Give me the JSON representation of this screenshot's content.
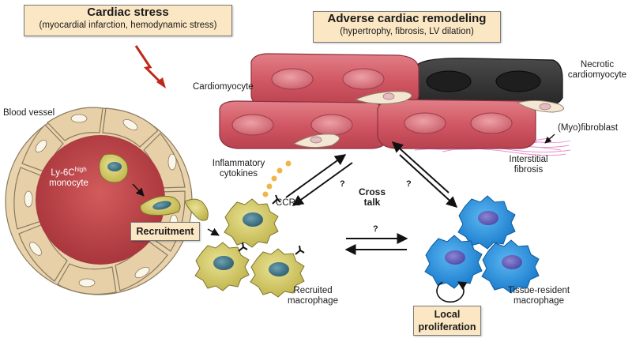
{
  "boxes": {
    "stress_title": "Cardiac stress",
    "stress_sub": "(myocardial infarction, hemodynamic stress)",
    "remodel_title": "Adverse cardiac remodeling",
    "remodel_sub": "(hypertrophy, fibrosis, LV dilation)",
    "recruitment": "Recruitment",
    "local_line1": "Local",
    "local_line2": "proliferation"
  },
  "labels": {
    "blood_vessel": "Blood vessel",
    "ly6c_base": "Ly-6C",
    "ly6c_sup": "high",
    "monocyte": "monocyte",
    "cardiomyocyte": "Cardiomyocyte",
    "necrotic_line1": "Necrotic",
    "necrotic_line2": "cardiomyocyte",
    "myofibroblast": "(Myo)fibroblast",
    "interstitial_line1": "Interstitial",
    "interstitial_line2": "fibrosis",
    "cytokines_line1": "Inflammatory",
    "cytokines_line2": "cytokines",
    "ccr2": "CCR2",
    "cross_line1": "Cross",
    "cross_line2": "talk",
    "recruited_line1": "Recruited",
    "recruited_line2": "macrophage",
    "resident_line1": "Tissue-resident",
    "resident_line2": "macrophage",
    "q_left": "?",
    "q_right": "?",
    "q_mid": "?"
  },
  "colors": {
    "box_fill": "#fbe7c4",
    "myocyte": "#d65f6a",
    "necrotic": "#3a3a3a",
    "vessel_lumen": "#c2454b",
    "endothelium": "#e7cfa8",
    "monocyte": "#d8cf6c",
    "resident_macrophage": "#2a95df",
    "lightning": "#c0281c"
  }
}
